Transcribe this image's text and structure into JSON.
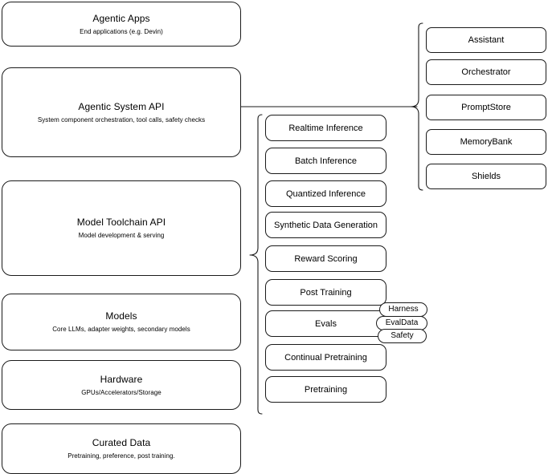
{
  "diagram": {
    "stack_layers": [
      {
        "title": "Agentic Apps",
        "subtitle": "End applications (e.g. Devin)"
      },
      {
        "title": "Agentic System API",
        "subtitle": "System component orchestration, tool calls, safety checks"
      },
      {
        "title": "Model Toolchain API",
        "subtitle": "Model development & serving"
      },
      {
        "title": "Models",
        "subtitle": "Core LLMs, adapter weights, secondary models"
      },
      {
        "title": "Hardware",
        "subtitle": "GPUs/Accelerators/Storage"
      },
      {
        "title": "Curated Data",
        "subtitle": "Pretraining, preference, post training."
      }
    ],
    "toolchain_capabilities": [
      {
        "label": "Realtime Inference"
      },
      {
        "label": "Batch Inference"
      },
      {
        "label": "Quantized Inference"
      },
      {
        "label": "Synthetic Data Generation"
      },
      {
        "label": "Reward Scoring"
      },
      {
        "label": "Post Training"
      },
      {
        "label": "Evals"
      },
      {
        "label": "Continual Pretraining"
      },
      {
        "label": "Pretraining"
      }
    ],
    "evals_badges": [
      {
        "label": "Harness"
      },
      {
        "label": "EvalData"
      },
      {
        "label": "Safety"
      }
    ],
    "system_components": [
      {
        "label": "Assistant"
      },
      {
        "label": "Orchestrator"
      },
      {
        "label": "PromptStore"
      },
      {
        "label": "MemoryBank"
      },
      {
        "label": "Shields"
      }
    ],
    "colors": {
      "stroke": "#1a1a1a",
      "background": "#ffffff"
    }
  }
}
